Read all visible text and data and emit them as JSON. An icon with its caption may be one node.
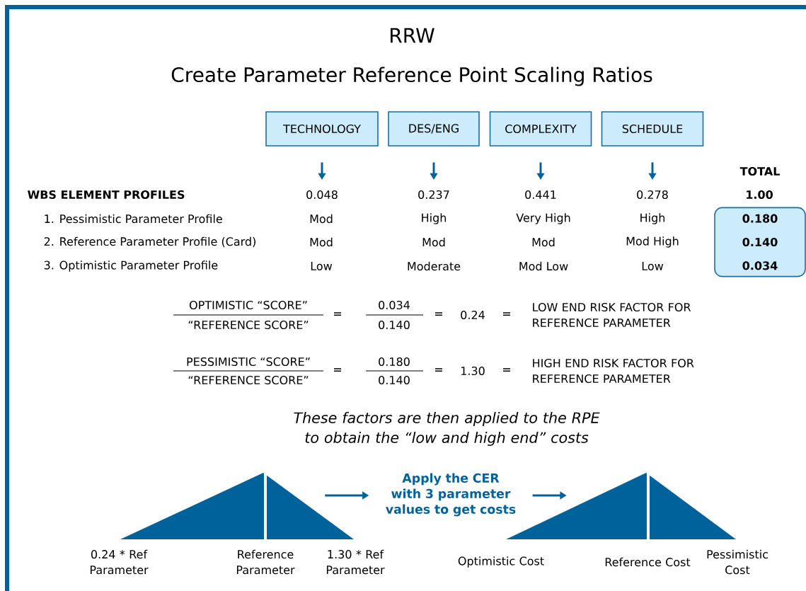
{
  "diagram": {
    "title": "RRW",
    "nodes": [
      {
        "text": [
          "TECHNOLOGY"
        ]
      },
      {
        "text": [
          "DES/ENG"
        ]
      },
      {
        "text": [
          "COMPLEXITY"
        ]
      },
      {
        "text": [
          "SCHEDULE"
        ]
      },
      {
        "text": [
          "0.048"
        ]
      },
      {
        "text": [
          "0.237"
        ]
      },
      {
        "text": [
          "0.441"
        ]
      },
      {
        "text": [
          "0.278"
        ]
      },
      {
        "text": [
          "0.180",
          "0.140",
          "0.034"
        ]
      },
      {
        "text": [],
        "shape": "triangle"
      },
      {
        "text": [
          "Apply the CER with 3 parameter values to get costs"
        ]
      },
      {
        "text": [],
        "shape": "triangle"
      }
    ],
    "edges": [
      {
        "from": 0,
        "to": 4,
        "arrow": "to"
      },
      {
        "from": 1,
        "to": 5,
        "arrow": "to"
      },
      {
        "from": 2,
        "to": 6,
        "arrow": "to"
      },
      {
        "from": 3,
        "to": 7,
        "arrow": "to"
      },
      {
        "from": 9,
        "to": 10,
        "arrow": "to"
      },
      {
        "from": 10,
        "to": 11,
        "arrow": "to"
      }
    ],
    "labels": [
      "Create Parameter Reference Point Scaling Ratios",
      "TOTAL",
      "WBS ELEMENT PROFILES",
      "1.00",
      "1. Pessimistic Parameter Profile",
      "Mod",
      "High",
      "Very High",
      "High",
      "2. Reference Parameter Profile (Card)",
      "Mod",
      "Mod",
      "Mod",
      "Mod High",
      "3. Optimistic Parameter Profile",
      "Low",
      "Moderate",
      "Mod Low",
      "Low",
      "OPTIMISTIC “SCORE”",
      "“REFERENCE SCORE”",
      "=",
      "0.034",
      "0.140",
      "=",
      "0.24",
      "=",
      "LOW END RISK FACTOR FOR REFERENCE PARAMETER",
      "PESSIMISTIC “SCORE”",
      "“REFERENCE SCORE”",
      "=",
      "0.180",
      "0.140",
      "=",
      "1.30",
      "=",
      "HIGH END RISK FACTOR FOR REFERENCE PARAMETER",
      "These factors are then applied to the RPE to obtain the “low and high end” costs",
      "0.24 * Ref Parameter",
      "Reference Parameter",
      "1.30 * Ref Parameter",
      "Optimistic Cost",
      "Reference Cost",
      "Pessimistic Cost"
    ]
  }
}
